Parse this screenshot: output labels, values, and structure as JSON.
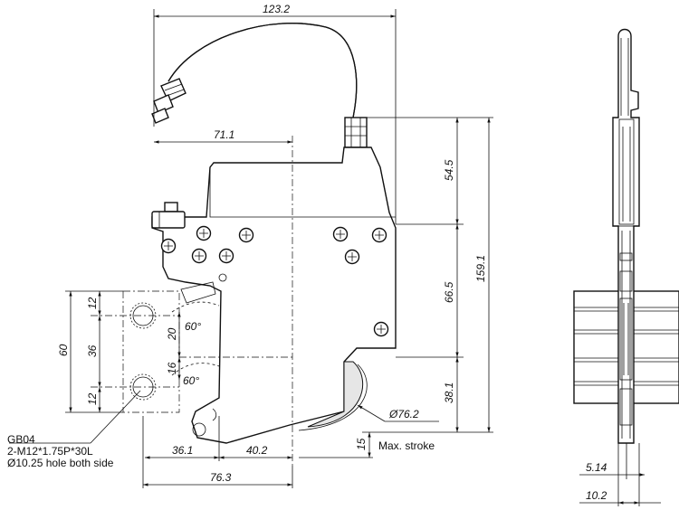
{
  "dimensions": {
    "overall_width": "123.2",
    "center_offset": "71.1",
    "upper_height": "54.5",
    "mid_height": "66.5",
    "lower_height": "38.1",
    "total_height": "159.1",
    "arc_diameter": "Ø76.2",
    "stroke": "15",
    "left_offset": "36.1",
    "right_offset": "40.2",
    "bottom_width": "76.3",
    "plate_height": "60",
    "hole_spacing": "36",
    "top_margin": "12",
    "bottom_margin": "12",
    "jaw_upper": "20",
    "jaw_lower": "16",
    "angle_upper": "60°",
    "angle_lower": "60°",
    "side_thickness": "5.14",
    "side_width": "10.2"
  },
  "labels": {
    "max_stroke": "Max. stroke",
    "model": "GB04",
    "bolt": "2-M12*1.75P*30L",
    "hole": "Ø10.25 hole both side"
  }
}
